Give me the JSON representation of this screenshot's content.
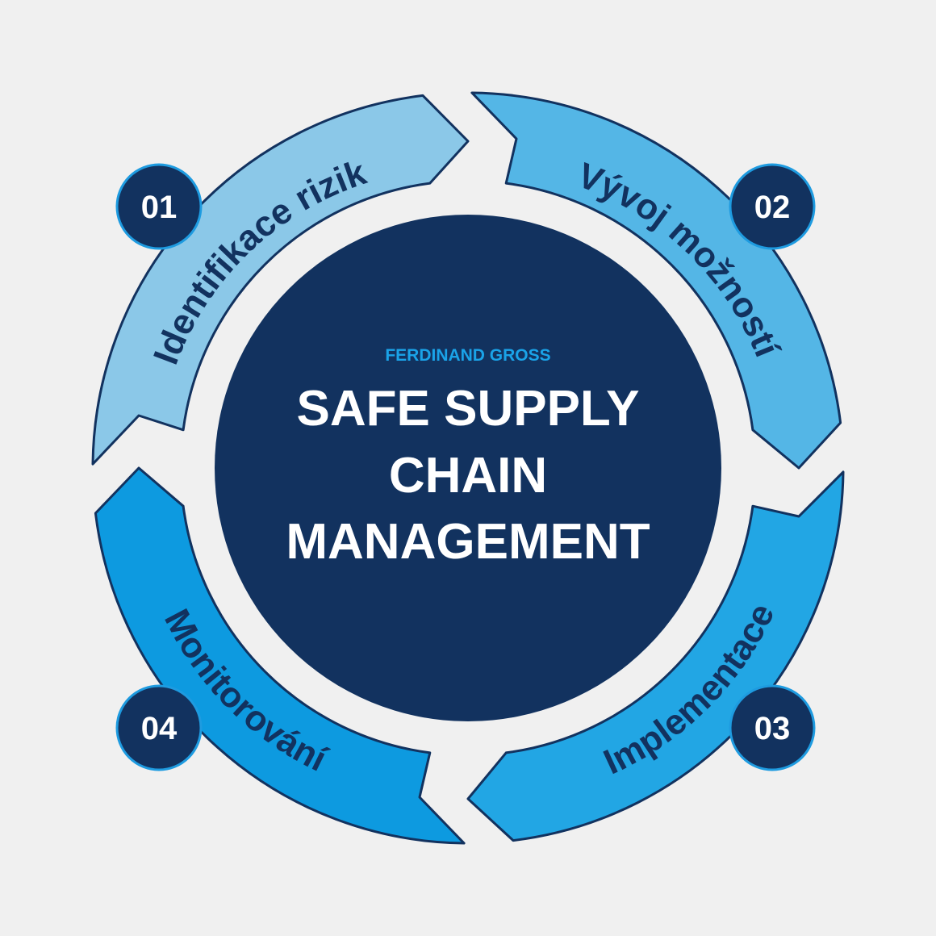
{
  "colors": {
    "background": "#f0f0f0",
    "navy": "#12325f",
    "white": "#ffffff",
    "brand_text": "#1aa3e8",
    "badge_ring": "#1e9be0",
    "segment_1": "#8bc8e8",
    "segment_2": "#54b6e6",
    "segment_3": "#22a6e4",
    "segment_4": "#0d9ae0"
  },
  "center": {
    "brand": "FERDINAND GROSS",
    "title_lines": [
      "SAFE SUPPLY",
      "CHAIN",
      "MANAGEMENT"
    ]
  },
  "steps": [
    {
      "number": "01",
      "label": "Identifikace rizik"
    },
    {
      "number": "02",
      "label": "Vývoj možností"
    },
    {
      "number": "03",
      "label": "Implementace"
    },
    {
      "number": "04",
      "label": "Monitorování"
    }
  ]
}
